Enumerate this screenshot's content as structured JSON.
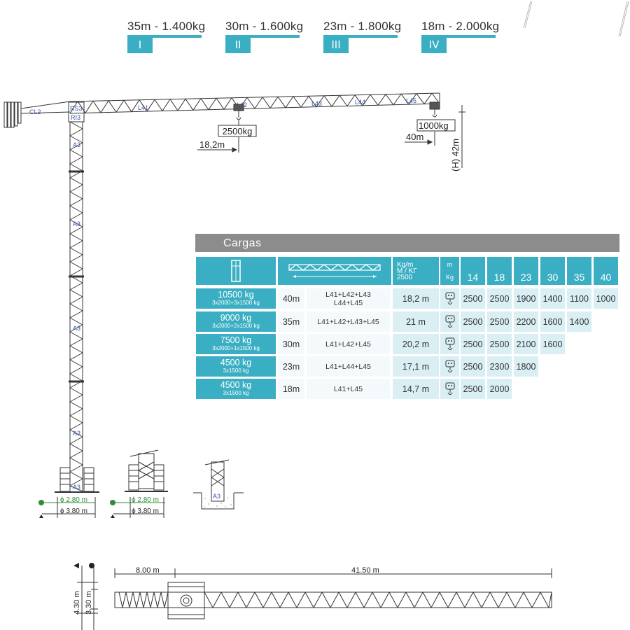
{
  "configs": [
    {
      "label": "35m - 1.400kg",
      "roman": "I"
    },
    {
      "label": "30m - 1.600kg",
      "roman": "II"
    },
    {
      "label": "23m - 1.800kg",
      "roman": "III"
    },
    {
      "label": "18m - 2.000kg",
      "roman": "IV"
    }
  ],
  "crane": {
    "sections": [
      "CL2",
      "RS3",
      "RI3",
      "L41",
      "L42",
      "L43",
      "L44",
      "L45",
      "A3",
      "A3",
      "A3",
      "A3",
      "A3"
    ],
    "load_near": "2500kg",
    "dist_near": "18,2m",
    "load_tip": "1000kg",
    "dist_tip": "40m",
    "height": "(H) 42m",
    "base1": {
      "a": "ϕ 2.80 m",
      "b": "ϕ 3.80 m"
    },
    "base2": {
      "a": "ϕ 2.80 m",
      "b": "ϕ 3.80 m"
    },
    "base3_label": "A3",
    "bottom": {
      "len1": "8.00 m",
      "len2": "41.50 m",
      "w1": "4.30 m",
      "w2": "3.30 m"
    }
  },
  "table": {
    "title": "Cargas",
    "kgm_head": "Kg/m\nM / KГ\n2500",
    "m_kg_head": "m\nKg",
    "distances": [
      "14",
      "18",
      "23",
      "30",
      "35",
      "40"
    ],
    "rows": [
      {
        "load": "10500 kg",
        "detail": "3x2000+3x1500 kg",
        "length": "40m",
        "comp": "L41+L42+L43\nL44+L45",
        "kgm": "18,2 m",
        "values": [
          "2500",
          "2500",
          "1900",
          "1400",
          "1100",
          "1000"
        ]
      },
      {
        "load": "9000 kg",
        "detail": "3x2000+2x1500 kg",
        "length": "35m",
        "comp": "L41+L42+L43+L45",
        "kgm": "21 m",
        "values": [
          "2500",
          "2500",
          "2200",
          "1600",
          "1400"
        ]
      },
      {
        "load": "7500 kg",
        "detail": "3x2000+1x1500 kg",
        "length": "30m",
        "comp": "L41+L42+L45",
        "kgm": "20,2 m",
        "values": [
          "2500",
          "2500",
          "2100",
          "1600"
        ]
      },
      {
        "load": "4500 kg",
        "detail": "3x1500 kg",
        "length": "23m",
        "comp": "L41+L44+L45",
        "kgm": "17,1 m",
        "values": [
          "2500",
          "2300",
          "1800"
        ]
      },
      {
        "load": "4500 kg",
        "detail": "3x1500 kg",
        "length": "18m",
        "comp": "L41+L45",
        "kgm": "14,7 m",
        "values": [
          "2500",
          "2000"
        ]
      }
    ]
  },
  "colors": {
    "accent": "#3aaec2",
    "light": "#d9eff4",
    "header": "#8c8c8c",
    "line": "#333333",
    "label": "#3a55a4",
    "green": "#2e8b3a"
  }
}
